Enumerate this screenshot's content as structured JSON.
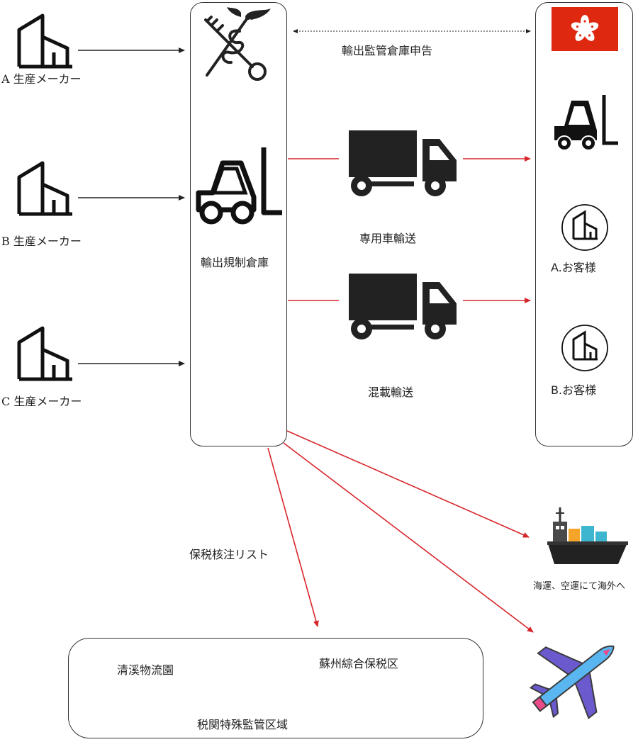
{
  "makers": [
    {
      "letter": "A",
      "label": "生産メーカー"
    },
    {
      "letter": "B",
      "label": "生産メーカー"
    },
    {
      "letter": "C",
      "label": "生産メーカー"
    }
  ],
  "warehouse_label": "輸出規制倉庫",
  "declaration_label": "輸出監管倉庫申告",
  "dedicated_label": "専用車輸送",
  "mixed_label": "混載輸送",
  "customer_a": "A.お客様",
  "customer_b": "B.お客様",
  "bonded_list_label": "保税核注リスト",
  "sea_air_label": "海運、空運にて海外へ",
  "zone": {
    "left_label": "清溪物流園",
    "right_label": "蘇州綜合保税区",
    "bottom_label": "税関特殊監管区域"
  },
  "colors": {
    "arrow_red": "#d7262b",
    "flag_red": "#de2910",
    "plane_blue": "#5ab6f0",
    "plane_purple": "#6a5acd"
  }
}
